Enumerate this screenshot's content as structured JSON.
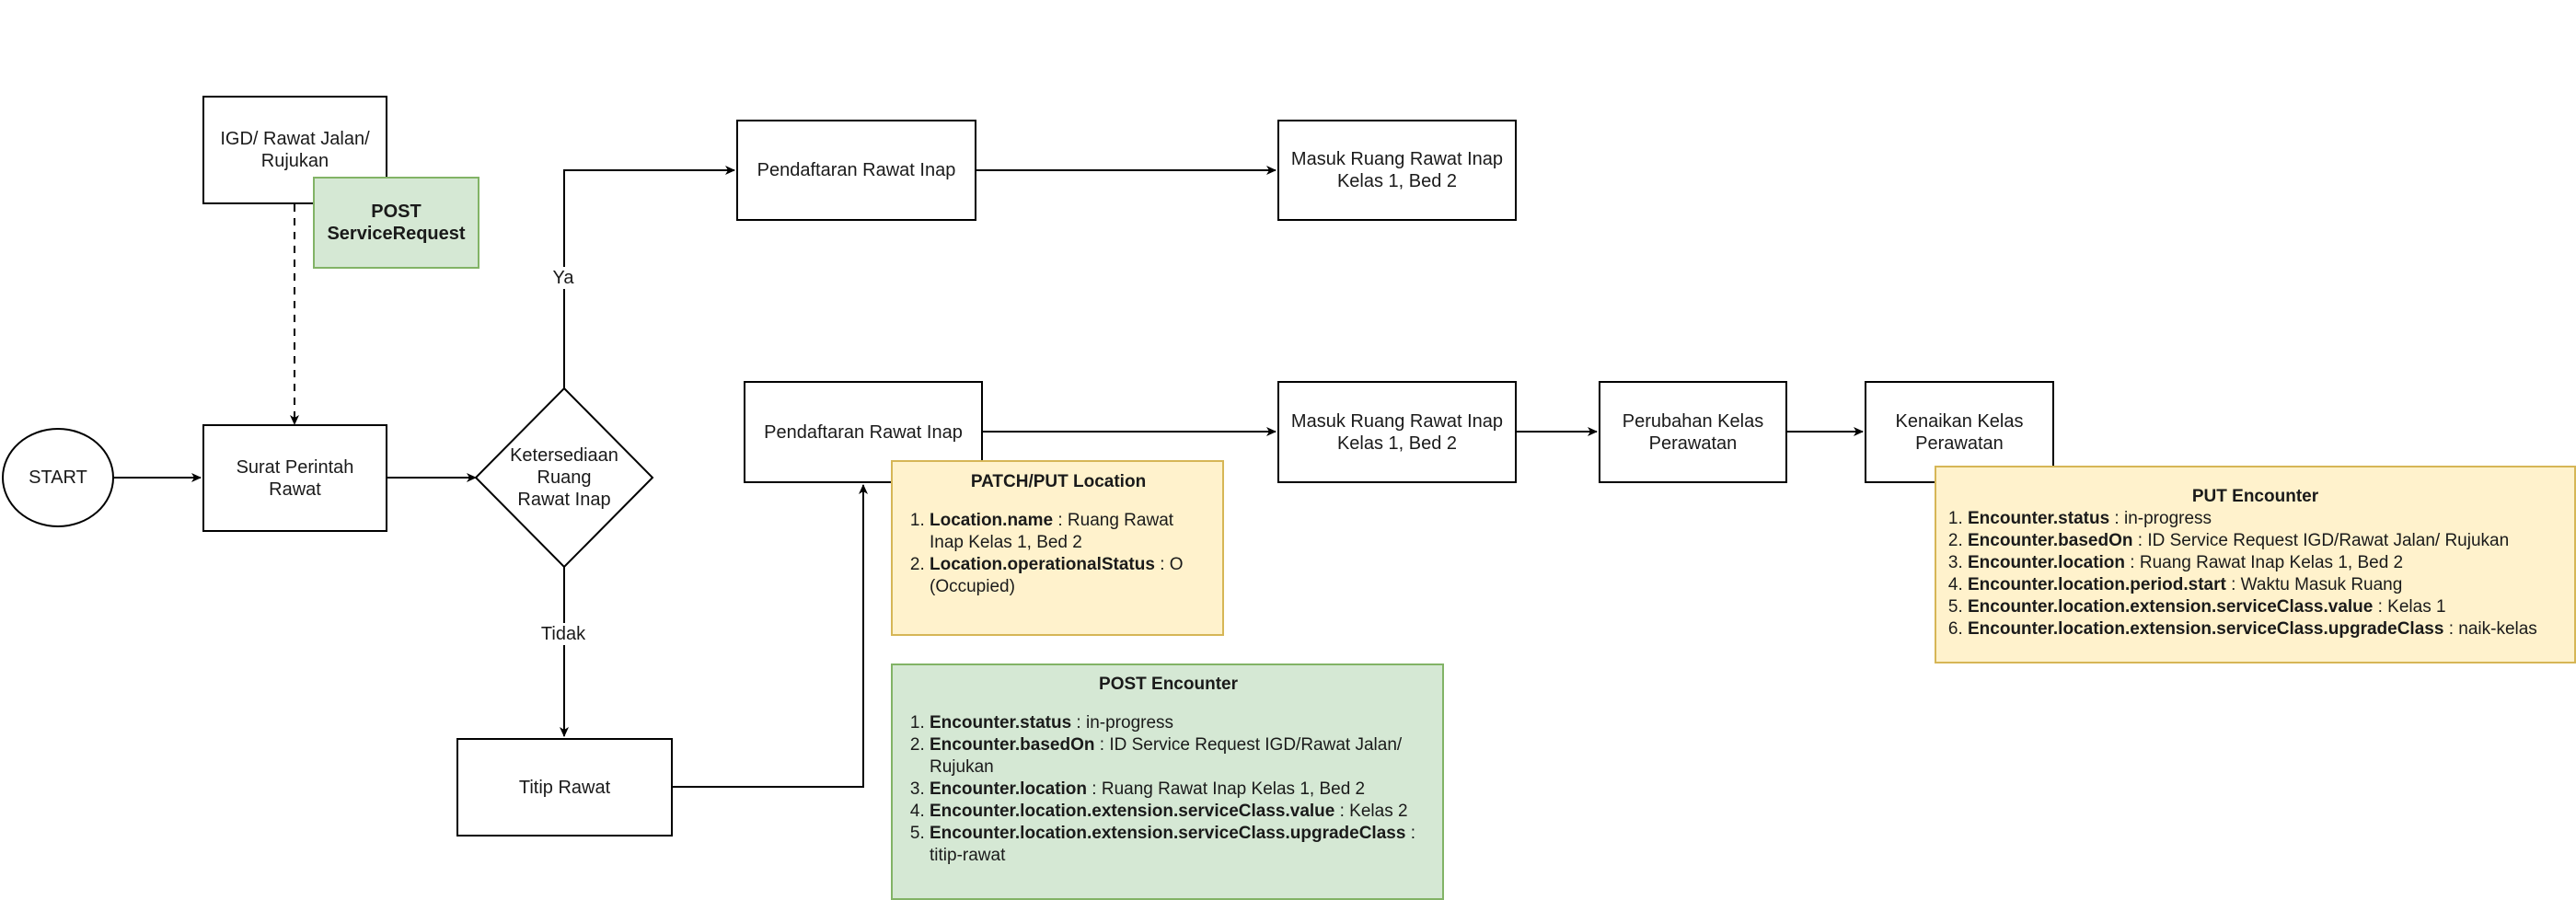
{
  "nodes": {
    "start": "START",
    "igd": "IGD/ Rawat Jalan/\nRujukan",
    "spr": "Surat Perintah\nRawat",
    "decision": "Ketersediaan\nRuang\nRawat Inap",
    "daftar_top": "Pendaftaran Rawat Inap",
    "masuk_top": "Masuk Ruang Rawat Inap\nKelas 1, Bed 2",
    "daftar_mid": "Pendaftaran Rawat Inap",
    "masuk_mid": "Masuk Ruang Rawat Inap\nKelas 1, Bed 2",
    "perubahan": "Perubahan Kelas\nPerawatan",
    "kenaikan": "Kenaikan Kelas\nPerawatan",
    "titip": "Titip Rawat"
  },
  "edge_labels": {
    "ya": "Ya",
    "tidak": "Tidak"
  },
  "post_service_request": "POST\nServiceRequest",
  "patch_location": {
    "title": "PATCH/PUT Location",
    "items": [
      {
        "key": "Location.name",
        "value": " : Ruang Rawat Inap Kelas 1, Bed 2"
      },
      {
        "key": "Location.operationalStatus",
        "value": " : O (Occupied)"
      }
    ]
  },
  "post_encounter": {
    "title": "POST Encounter",
    "items": [
      {
        "key": "Encounter.status",
        "value": " : in-progress"
      },
      {
        "key": "Encounter.basedOn",
        "value": " : ID Service Request IGD/Rawat Jalan/ Rujukan"
      },
      {
        "key": "Encounter.location",
        "value": " : Ruang Rawat Inap Kelas 1, Bed 2"
      },
      {
        "key": "Encounter.location.extension.serviceClass.value",
        "value": " : Kelas 2"
      },
      {
        "key": "Encounter.location.extension.serviceClass.upgradeClass",
        "value": " : titip-rawat"
      }
    ]
  },
  "put_encounter": {
    "title": "PUT Encounter",
    "items": [
      {
        "key": "Encounter.status",
        "value": " : in-progress"
      },
      {
        "key": "Encounter.basedOn",
        "value": " : ID Service Request IGD/Rawat Jalan/ Rujukan"
      },
      {
        "key": "Encounter.location",
        "value": " : Ruang Rawat Inap Kelas 1, Bed 2"
      },
      {
        "key": "Encounter.location.period.start",
        "value": " : Waktu Masuk Ruang"
      },
      {
        "key": "Encounter.location.extension.serviceClass.value",
        "value": " : Kelas 1"
      },
      {
        "key": "Encounter.location.extension.serviceClass.upgradeClass",
        "value": " : naik-kelas"
      }
    ]
  },
  "colors": {
    "yellow_fill": "#fff2cc",
    "yellow_border": "#d6b656",
    "green_fill": "#d5e8d4",
    "green_border": "#82b366",
    "line": "#000000"
  }
}
